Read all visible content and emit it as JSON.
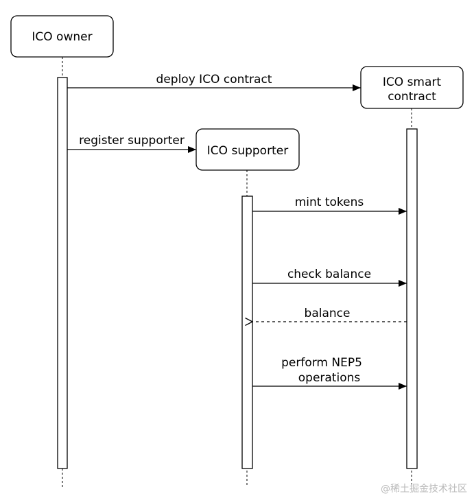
{
  "participants": {
    "owner": {
      "label": "ICO owner"
    },
    "contract": {
      "lines": [
        "ICO smart",
        "contract"
      ]
    },
    "supporter": {
      "label": "ICO supporter"
    }
  },
  "messages": {
    "deploy": "deploy ICO contract",
    "register": "register supporter",
    "mint": "mint tokens",
    "check": "check balance",
    "balance": "balance",
    "nep5": [
      "perform NEP5",
      "operations"
    ]
  },
  "watermark": "@稀土掘金技术社区"
}
